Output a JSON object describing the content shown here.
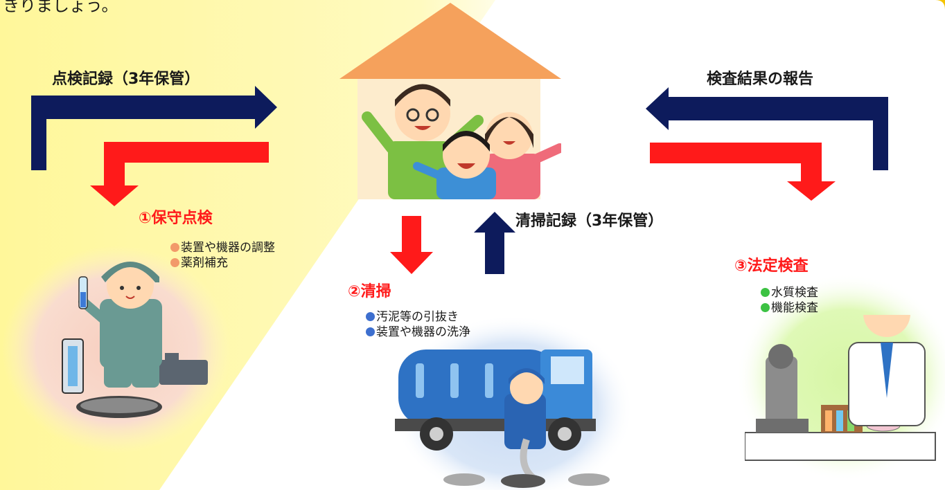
{
  "top_cut_text": "きりましょう。",
  "colors": {
    "navy_arrow": "#0d1b5c",
    "red_arrow": "#ff1a1a",
    "roof": "#f5a15c",
    "house_wall": "#fdeccd",
    "yellow_bg": "#fff9a8",
    "section1_bullet": "#f29a6a",
    "section2_bullet": "#3d6fcf",
    "section3_bullet": "#3cc243"
  },
  "left_flow": {
    "label": "点検記録（3年保管）"
  },
  "right_flow": {
    "label": "検査結果の報告"
  },
  "center_flow": {
    "label": "清掃記録（3年保管）"
  },
  "sections": [
    {
      "title": "①保守点検",
      "bullets": [
        "装置や機器の調整",
        "薬剤補充"
      ]
    },
    {
      "title": "②清掃",
      "bullets": [
        "汚泥等の引抜き",
        "装置や機器の洗浄"
      ]
    },
    {
      "title": "③法定検査",
      "bullets": [
        "水質検査",
        "機能検査"
      ]
    }
  ]
}
